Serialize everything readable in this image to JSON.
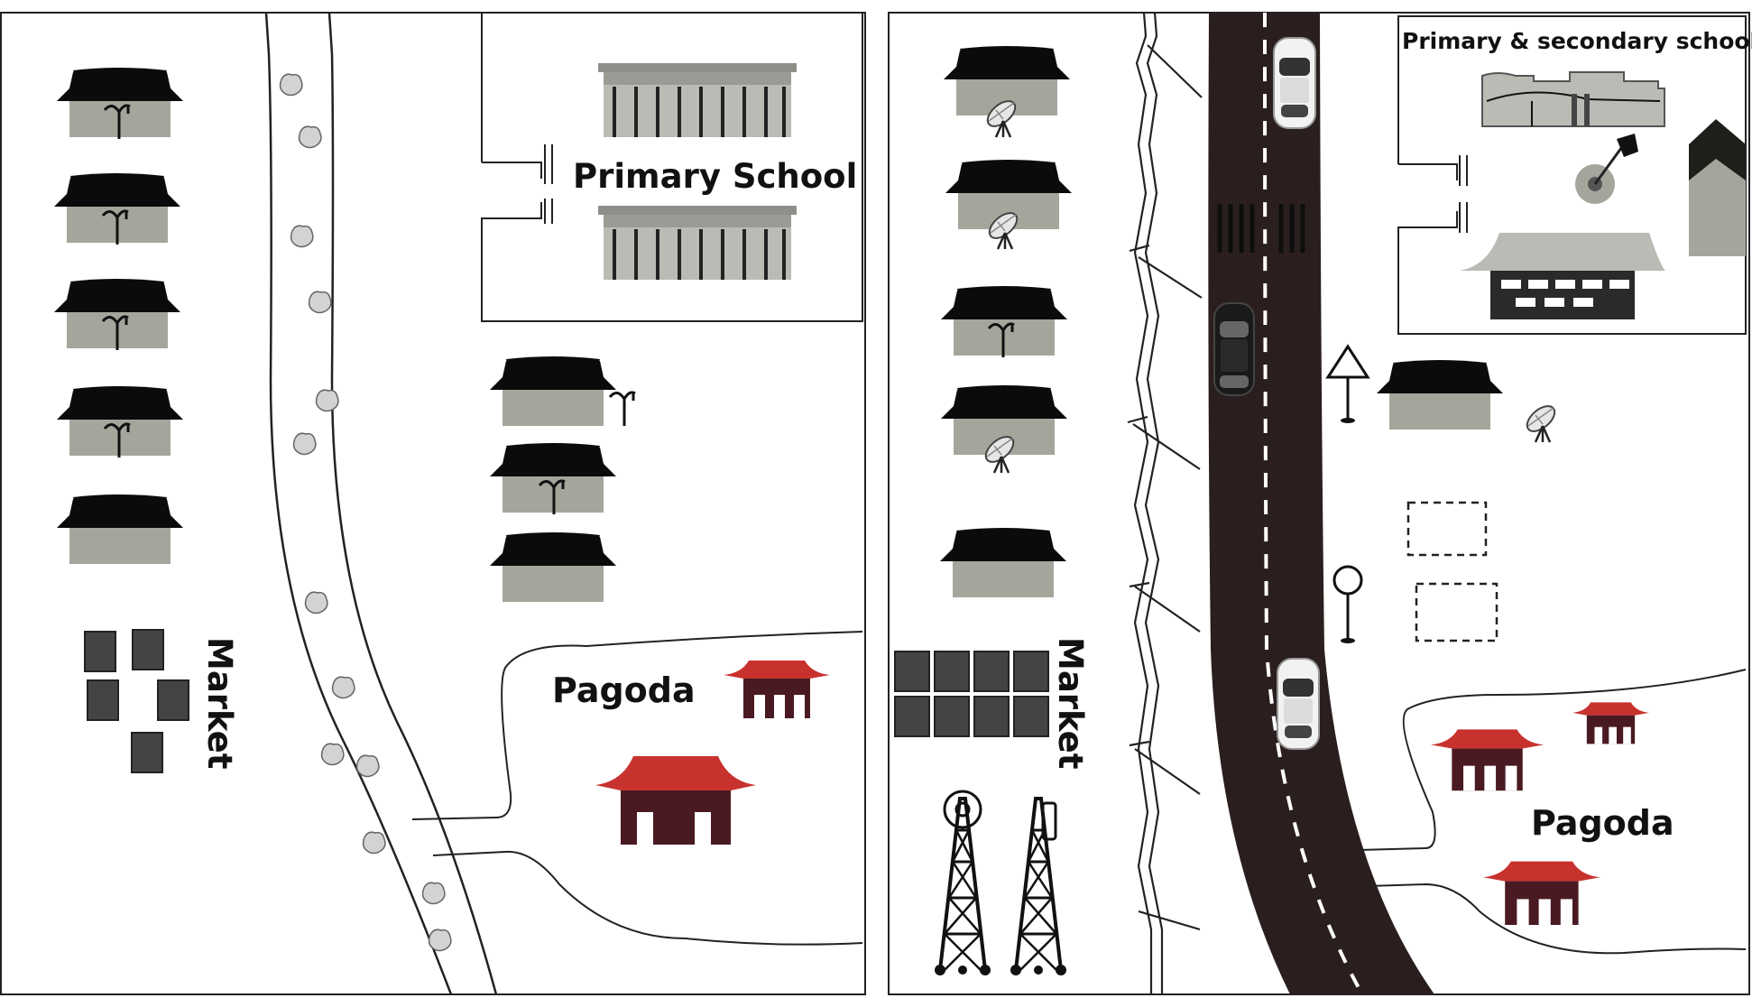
{
  "maps": [
    {
      "labels": {
        "school": "Primary School",
        "pagoda": "Pagoda",
        "market": "Market"
      }
    },
    {
      "labels": {
        "school": "Primary & secondary school",
        "pagoda": "Pagoda",
        "market": "Market"
      }
    }
  ],
  "colors": {
    "roof": "#0b0b0b",
    "wall": "#a6a59c",
    "school_building": "#b8b8b2",
    "pagoda_roof": "#c8322e",
    "pagoda_wall": "#4a1a22",
    "market_stall": "#444444",
    "road": "#2a1f1e",
    "stone": "#d3d3d3"
  },
  "icons": [
    "house-icon",
    "tv-antenna-icon",
    "satellite-dish-icon",
    "school-building-icon",
    "pagoda-icon",
    "market-stall-icon",
    "stone-icon",
    "car-icon",
    "radio-tower-icon",
    "cell-tower-icon",
    "sign-icon",
    "playground-icon"
  ]
}
